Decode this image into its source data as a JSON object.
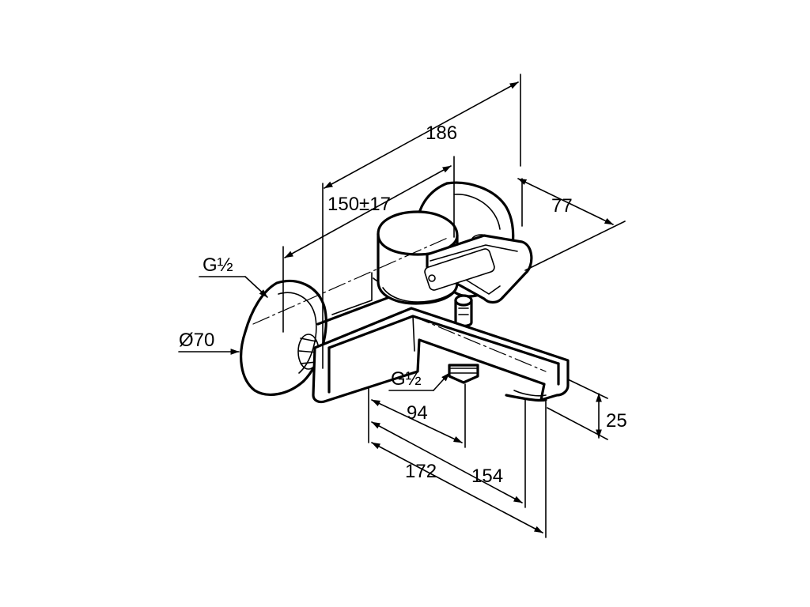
{
  "drawing": {
    "labels": {
      "dim_186": "186",
      "dim_150": "150±17",
      "dim_77": "77",
      "thread_top": "G½",
      "diameter": "Ø70",
      "thread_bottom": "G½",
      "dim_94": "94",
      "dim_25": "25",
      "dim_172": "172",
      "dim_154": "154"
    },
    "colors": {
      "line": "#000000",
      "background": "#ffffff"
    }
  }
}
